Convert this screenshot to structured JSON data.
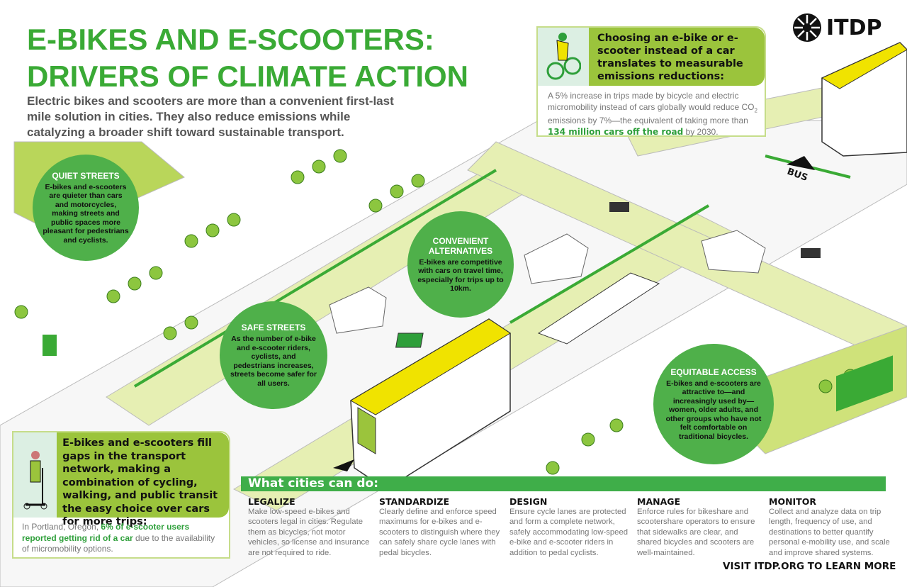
{
  "header": {
    "title_line1": "E-BIKES AND E-SCOOTERS:",
    "title_line2": "DRIVERS OF CLIMATE ACTION",
    "subtitle": "Electric bikes and scooters are more than a convenient first-last mile solution in cities. They also reduce emissions while catalyzing a broader shift toward sustainable transport."
  },
  "logo": {
    "text": "ITDP"
  },
  "emissions_card": {
    "heading": "Choosing an e-bike or e-scooter instead of a car translates to measurable emissions reductions:",
    "body_pre": "A 5% increase in trips made by bicycle and electric micromobility instead of cars globally would reduce CO",
    "body_sub": "2",
    "body_mid": " emissions by 7%—the equivalent of taking more than ",
    "body_highlight": "134 million cars off the road",
    "body_post": " by 2030."
  },
  "bubbles": {
    "quiet": {
      "title": "QUIET STREETS",
      "text": "E-bikes and e-scooters are quieter than cars and motorcycles, making streets and public spaces more pleasant for pedestrians and cyclists."
    },
    "convenient": {
      "title": "CONVENIENT ALTERNATIVES",
      "text": "E-bikes are competitive with cars on travel time, especially for trips up to 10km."
    },
    "safe": {
      "title": "SAFE STREETS",
      "text": "As the number of e-bike and e-scooter riders, cyclists, and pedestrians increases, streets become safer for all users."
    },
    "equitable": {
      "title": "EQUITABLE ACCESS",
      "text": "E-bikes and e-scooters are attractive to—and increasingly used by—women, older adults, and other groups who have not felt comfortable on traditional bicycles."
    }
  },
  "gaps_card": {
    "heading": "E-bikes and e-scooters fill gaps in the transport network, making a combination of cycling, walking, and public transit the easy choice over cars for more trips:",
    "body_pre": "In Portland, Oregon, ",
    "body_highlight": "6% of e-scooter users reported getting rid of a car",
    "body_post": " due to the availability of micromobility options."
  },
  "scene_labels": {
    "bus_lane": "BUS"
  },
  "actions": {
    "banner": "What cities can do:",
    "items": [
      {
        "heading": "LEGALIZE",
        "text": "Make low-speed e-bikes and scooters legal in cities. Regulate them as bicycles, not motor vehicles, so license and insurance are not required to ride."
      },
      {
        "heading": "STANDARDIZE",
        "text": "Clearly define and enforce speed maximums for e-bikes and e-scooters to distinguish where they can safely share cycle lanes with pedal bicycles."
      },
      {
        "heading": "DESIGN",
        "text": "Ensure cycle lanes are protected and form a complete network, safely accommodating low-speed e-bike and e-scooter riders in addition to pedal cyclists."
      },
      {
        "heading": "MANAGE",
        "text": "Enforce rules for bikeshare and scootershare operators to ensure that sidewalks are clear, and shared bicycles and scooters are well-maintained."
      },
      {
        "heading": "MONITOR",
        "text": "Collect and analyze data on trip length, frequency of use, and destinations to better quantify personal e-mobility use, and scale and improve shared systems."
      }
    ]
  },
  "footer": {
    "cta": "VISIT ITDP.ORG TO LEARN MORE"
  },
  "colors": {
    "title_green": "#3aaa35",
    "card_green": "#9bc43c",
    "bubble_green": "#4fb04a",
    "road_green": "#e3ecae"
  }
}
